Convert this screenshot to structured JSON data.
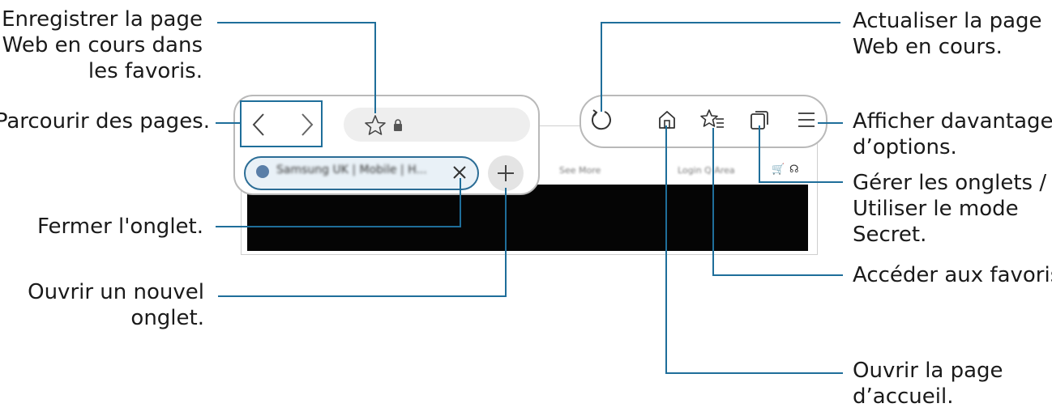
{
  "labels": {
    "save_bookmark": [
      "Enregistrer la page",
      "Web en cours dans",
      "les favoris."
    ],
    "browse": "Parcourir des pages.",
    "close_tab": "Fermer l'onglet.",
    "new_tab": [
      "Ouvrir un nouvel",
      "onglet."
    ],
    "refresh": [
      "Actualiser la page",
      "Web en cours."
    ],
    "more_options": [
      "Afficher davantage",
      "d’options."
    ],
    "manage_tabs": [
      "Gérer les onglets /",
      "Utiliser le mode",
      "Secret."
    ],
    "bookmarks": "Accéder aux favoris.",
    "home": [
      "Ouvrir la page",
      "d’accueil."
    ]
  },
  "browser": {
    "tab_title": "Samsung UK | Mobile | H...",
    "menu_text": "See More",
    "right_text": "Login  Q Area"
  },
  "colors": {
    "leader": "#1f6e9a",
    "tab_border": "#2b6d96",
    "panel_border": "#b9b9b9"
  }
}
